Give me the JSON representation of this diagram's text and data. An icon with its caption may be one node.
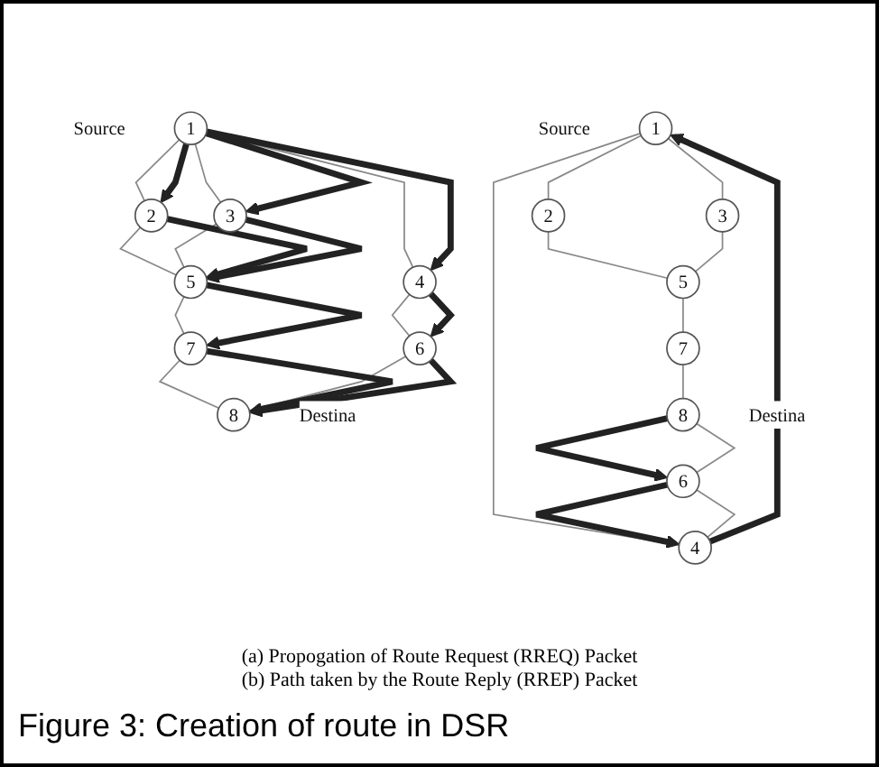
{
  "diagram": {
    "caption": "Figure 3: Creation of route in DSR",
    "nodes": [
      {
        "text": [
          "1"
        ],
        "beside": [
          "Source"
        ]
      },
      {
        "text": [
          "2"
        ]
      },
      {
        "text": [
          "3"
        ]
      },
      {
        "text": [
          "4"
        ]
      },
      {
        "text": [
          "5"
        ]
      },
      {
        "text": [
          "6"
        ]
      },
      {
        "text": [
          "7"
        ]
      },
      {
        "text": [
          "8"
        ],
        "beside": [
          "Destina"
        ]
      },
      {
        "text": [
          "1"
        ],
        "beside": [
          "Source"
        ]
      },
      {
        "text": [
          "2"
        ]
      },
      {
        "text": [
          "3"
        ]
      },
      {
        "text": [
          "4"
        ]
      },
      {
        "text": [
          "5"
        ]
      },
      {
        "text": [
          "6"
        ]
      },
      {
        "text": [
          "7"
        ]
      },
      {
        "text": [
          "8"
        ],
        "beside": [
          "Destina"
        ]
      }
    ],
    "edges": [
      {
        "from": 0,
        "to": 1,
        "arrow": "none"
      },
      {
        "from": 0,
        "to": 2,
        "arrow": "none"
      },
      {
        "from": 0,
        "to": 3,
        "arrow": "none"
      },
      {
        "from": 1,
        "to": 4,
        "arrow": "none"
      },
      {
        "from": 2,
        "to": 4,
        "arrow": "none"
      },
      {
        "from": 4,
        "to": 6,
        "arrow": "none"
      },
      {
        "from": 6,
        "to": 7,
        "arrow": "none"
      },
      {
        "from": 3,
        "to": 5,
        "arrow": "none"
      },
      {
        "from": 5,
        "to": 7,
        "arrow": "none"
      },
      {
        "from": 0,
        "to": 1,
        "arrow": "to",
        "style": "thick",
        "color": "#222222"
      },
      {
        "from": 0,
        "to": 2,
        "arrow": "to",
        "style": "thick",
        "color": "#222222"
      },
      {
        "from": 0,
        "to": 3,
        "arrow": "to",
        "style": "thick",
        "color": "#222222"
      },
      {
        "from": 1,
        "to": 4,
        "arrow": "to",
        "style": "thick",
        "color": "#222222"
      },
      {
        "from": 2,
        "to": 4,
        "arrow": "to",
        "style": "thick",
        "color": "#222222"
      },
      {
        "from": 4,
        "to": 6,
        "arrow": "to",
        "style": "thick",
        "color": "#222222"
      },
      {
        "from": 6,
        "to": 7,
        "arrow": "to",
        "style": "thick",
        "color": "#222222"
      },
      {
        "from": 3,
        "to": 5,
        "arrow": "to",
        "style": "thick",
        "color": "#222222"
      },
      {
        "from": 5,
        "to": 7,
        "arrow": "to",
        "style": "thick",
        "color": "#222222"
      },
      {
        "from": 8,
        "to": 9,
        "arrow": "none"
      },
      {
        "from": 8,
        "to": 10,
        "arrow": "none"
      },
      {
        "from": 8,
        "to": 11,
        "arrow": "none"
      },
      {
        "from": 9,
        "to": 12,
        "arrow": "none"
      },
      {
        "from": 10,
        "to": 12,
        "arrow": "none"
      },
      {
        "from": 12,
        "to": 14,
        "arrow": "none"
      },
      {
        "from": 14,
        "to": 15,
        "arrow": "none"
      },
      {
        "from": 11,
        "to": 13,
        "arrow": "none"
      },
      {
        "from": 13,
        "to": 15,
        "arrow": "none"
      },
      {
        "from": 15,
        "to": 13,
        "arrow": "to",
        "style": "thick",
        "color": "#222222"
      },
      {
        "from": 13,
        "to": 11,
        "arrow": "to",
        "style": "thick",
        "color": "#222222"
      },
      {
        "from": 11,
        "to": 8,
        "arrow": "to",
        "style": "thick",
        "color": "#222222"
      }
    ],
    "labels": [
      "(a) Propogation of Route Request (RREQ) Packet",
      "(b) Path taken by the Route Reply (RREP) Packet"
    ]
  }
}
